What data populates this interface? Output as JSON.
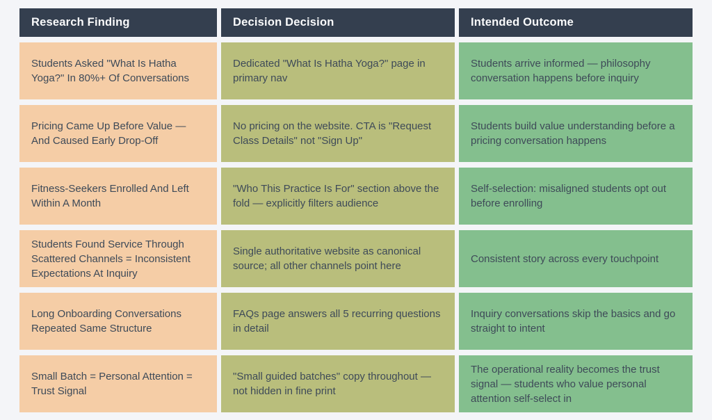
{
  "colors": {
    "page_bg": "#f4f5f8",
    "header_bg": "#343f4f",
    "header_text": "#fafbfc",
    "finding_bg": "#f5cda6",
    "decision_bg": "#b9be7c",
    "outcome_bg": "#84bf8e",
    "cell_text": "#3e4a58"
  },
  "chart_data": {
    "type": "table",
    "columns": [
      "Research Finding",
      "Decision Decision",
      "Intended Outcome"
    ],
    "rows": [
      [
        "Students Asked \"What Is Hatha Yoga?\" In 80%+ Of Conversations",
        "Dedicated \"What Is Hatha Yoga?\" page in primary nav",
        "Students arrive informed — philosophy conversation happens before inquiry"
      ],
      [
        "Pricing Came Up Before Value — And Caused Early Drop-Off",
        "No pricing on the website. CTA is \"Request Class Details\" not \"Sign Up\"",
        "Students build value understanding before a pricing conversation happens"
      ],
      [
        "Fitness-Seekers Enrolled And Left Within A Month",
        "\"Who This Practice Is For\" section above the fold — explicitly filters audience",
        "Self-selection: misaligned students opt out before enrolling"
      ],
      [
        "Students Found Service Through Scattered Channels = Inconsistent Expectations At Inquiry",
        "Single authoritative website as canonical source; all other channels point here",
        "Consistent story across every touchpoint"
      ],
      [
        "Long Onboarding Conversations Repeated Same Structure",
        "FAQs page answers all 5 recurring questions in detail",
        "Inquiry conversations skip the basics and go straight to intent"
      ],
      [
        "Small Batch = Personal Attention = Trust Signal",
        "\"Small guided batches\" copy throughout — not hidden in fine print",
        "The operational reality becomes the trust signal — students who value personal attention self-select in"
      ]
    ]
  }
}
